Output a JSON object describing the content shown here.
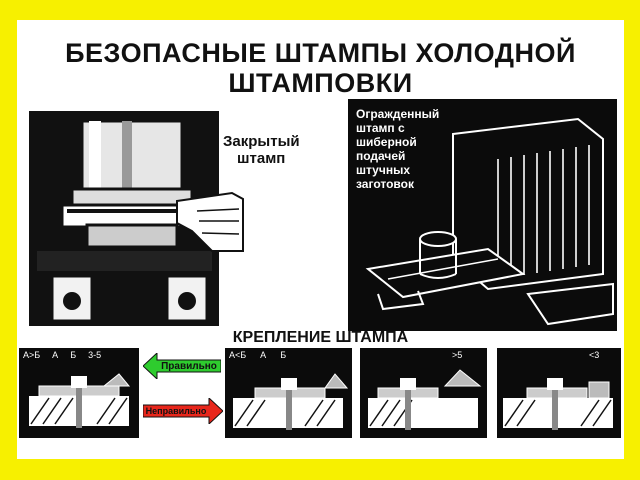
{
  "title": {
    "line1": "БЕЗОПАСНЫЕ ШТАМПЫ ХОЛОДНОЙ",
    "line2": "ШТАМПОВКИ"
  },
  "closed_die": {
    "label_line1": "Закрытый",
    "label_line2": "штамп"
  },
  "guarded_die": {
    "label_lines": [
      "Огражденный",
      "штамп с",
      "шиберной",
      "подачей",
      "штучных",
      "заготовок"
    ]
  },
  "mounting": {
    "section_title": "КРЕПЛЕНИЕ ШТАМПА",
    "correct_label": "Правильно",
    "incorrect_label": "Неправильно",
    "diagram1": {
      "a_vs_b": "А>Б",
      "a": "А",
      "b": "Б",
      "gap": "3-5"
    },
    "diagram2": {
      "a_vs_b": "А<Б",
      "a": "А",
      "b": "Б"
    },
    "diagram3": {
      "gap": ">5"
    },
    "diagram4": {
      "gap": "<3"
    }
  },
  "colors": {
    "border": "#f7f000",
    "correct_arrow": "#2ecc2e",
    "incorrect_arrow": "#e8261b",
    "panel": "#0b0b0b"
  }
}
